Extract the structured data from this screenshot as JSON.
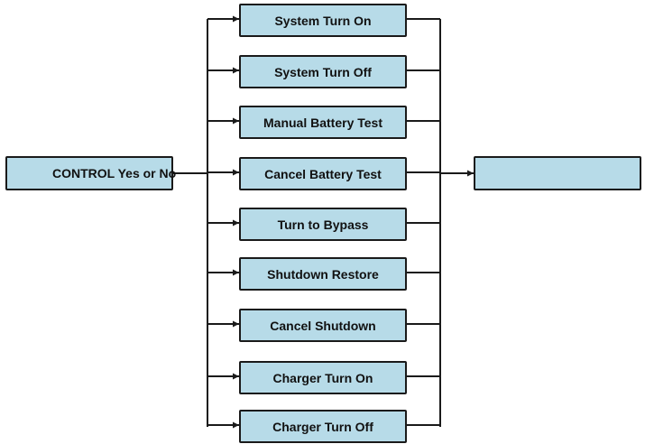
{
  "source": {
    "label": "CONTROL Yes or No"
  },
  "menu": {
    "items": [
      {
        "label": "System Turn On"
      },
      {
        "label": "System Turn Off"
      },
      {
        "label": "Manual Battery Test"
      },
      {
        "label": "Cancel Battery Test"
      },
      {
        "label": "Turn to Bypass"
      },
      {
        "label": "Shutdown Restore"
      },
      {
        "label": "Cancel Shutdown"
      },
      {
        "label": "Charger Turn On"
      },
      {
        "label": "Charger Turn Off"
      }
    ]
  },
  "target": {
    "label": ""
  },
  "colors": {
    "box_fill": "#b7dbe8",
    "line": "#1a1a1a"
  }
}
